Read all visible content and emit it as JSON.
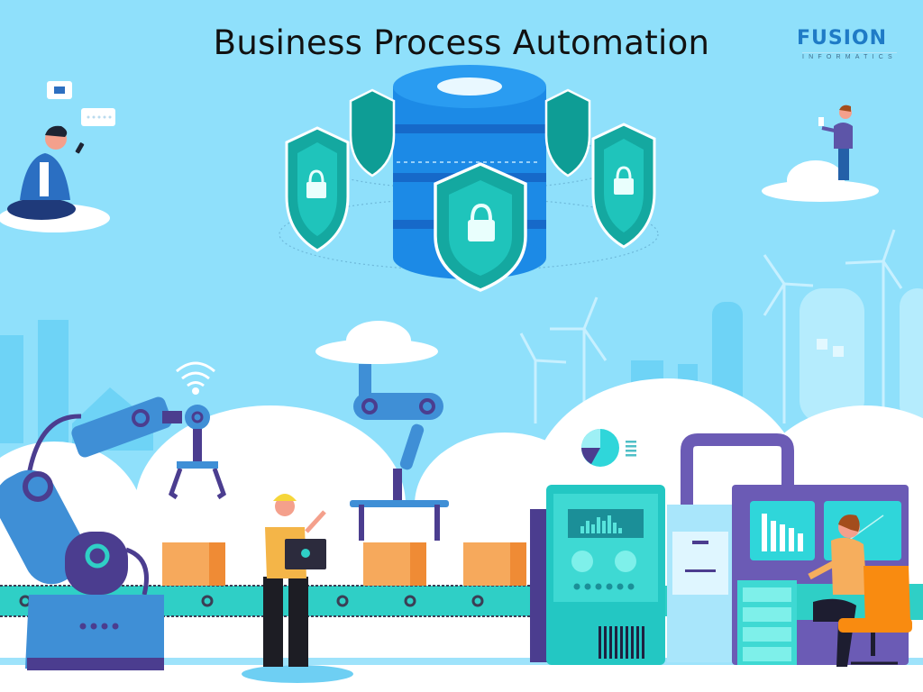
{
  "header": {
    "title": "Business Process Automation"
  },
  "logo": {
    "wordmark": "FUSION",
    "subtitle": "INFORMATICS"
  },
  "palette": {
    "sky": "#8fe0fb",
    "database_blue": "#1f8ee8",
    "shield_teal": "#14a8a0",
    "robot_blue": "#3f8fd6",
    "robot_purple": "#4b3d8f",
    "conveyor_teal": "#2fcfc6",
    "box_orange": "#f6a95c",
    "machine_cyan": "#33d9d4",
    "console_purple": "#6b5bb5",
    "chair_orange": "#f98b10"
  },
  "illustration": {
    "elements": [
      "person-sitting-with-phone",
      "chat-bubble-mail",
      "chat-bubble-dots",
      "database-cylinder",
      "security-shields-with-locks",
      "person-standing-on-cloud",
      "wind-turbines",
      "factory-silhouette",
      "robotic-arm",
      "wifi-signal",
      "overhead-robot-arm",
      "conveyor-belt",
      "cardboard-boxes",
      "engineer-with-laptop",
      "control-panel-machine",
      "pie-chart",
      "operator-at-console",
      "orange-chair"
    ]
  }
}
